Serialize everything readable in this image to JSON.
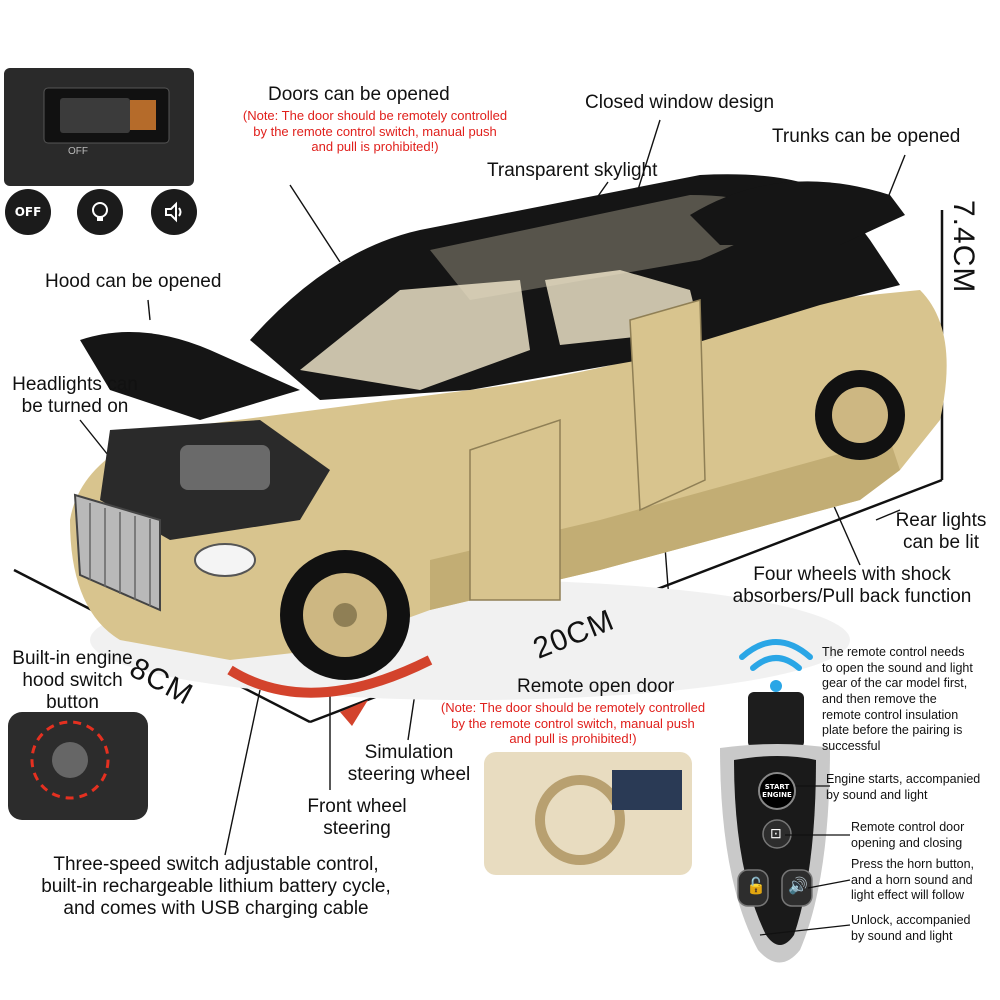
{
  "labels": {
    "doors": "Doors can be opened",
    "doors_note_1": "(Note: The door should be remotely controlled",
    "doors_note_2": "by the remote control switch, manual push",
    "doors_note_3": "and pull is prohibited!)",
    "window": "Closed window design",
    "trunk": "Trunks can be opened",
    "skylight": "Transparent skylight",
    "hood": "Hood can be opened",
    "headlights_1": "Headlights can",
    "headlights_2": "be turned on",
    "rear_1": "Rear lights",
    "rear_2": "can be lit",
    "wheels_1": "Four wheels with shock",
    "wheels_2": "absorbers/Pull back function",
    "engine_switch_1": "Built-in engine",
    "engine_switch_2": "hood switch",
    "engine_switch_3": "button",
    "remote_door": "Remote open door",
    "remote_note_1": "(Note: The door should be remotely controlled",
    "remote_note_2": "by the remote control switch, manual push",
    "remote_note_3": "and pull is prohibited!)",
    "steering_wheel_1": "Simulation",
    "steering_wheel_2": "steering wheel",
    "front_wheel_1": "Front wheel",
    "front_wheel_2": "steering",
    "switch_1": "Three-speed switch adjustable control,",
    "switch_2": "built-in rechargeable lithium battery cycle,",
    "switch_3": "and comes with USB charging cable"
  },
  "dimensions": {
    "height": "7.4CM",
    "length": "20CM",
    "width": "8CM"
  },
  "switch_panel": {
    "off": "OFF",
    "mode_off": "OFF",
    "icons": [
      "off-icon",
      "light-bulb-icon",
      "speaker-icon"
    ]
  },
  "remote": {
    "instructions": [
      "The remote control needs",
      "to open the sound and light",
      "gear of the car model first,",
      "and then remove the",
      "remote control insulation",
      "plate before the pairing is",
      "successful"
    ],
    "engine_1": "Engine starts, accompanied",
    "engine_2": "by sound and light",
    "door_1": "Remote control door",
    "door_2": "opening and closing",
    "horn_1": "Press the horn button,",
    "horn_2": "and a horn sound and",
    "horn_3": "light effect will follow",
    "unlock_1": "Unlock, accompanied",
    "unlock_2": "by sound and light",
    "start_1": "START",
    "start_2": "ENGINE"
  },
  "colors": {
    "body_gold": "#d8c48e",
    "roof_black": "#151515",
    "note_red": "#e0201c",
    "wifi_blue": "#2aa6e6"
  }
}
